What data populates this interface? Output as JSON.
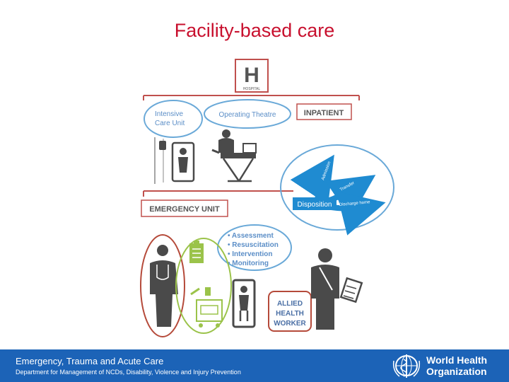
{
  "title": "Facility-based care",
  "hospital": {
    "letter": "H",
    "caption": "HOSPITAL"
  },
  "icu": {
    "line1": "Intensive",
    "line2": "Care Unit"
  },
  "operating_theatre": "Operating Theatre",
  "inpatient": "INPATIENT",
  "emergency_unit": "EMERGENCY UNIT",
  "disposition": {
    "label": "Disposition",
    "admission": "Admission",
    "transfer": "Transfer",
    "discharge": "Discharge home"
  },
  "steps": [
    "• Assessment",
    "• Resuscitation",
    "• Intervention",
    "• Monitoring"
  ],
  "allied": {
    "line1": "ALLIED",
    "line2": "HEALTH",
    "line3": "WORKER"
  },
  "footer": {
    "title": "Emergency, Trauma and Acute Care",
    "subtitle": "Department for Management of NCDs, Disability, Violence and Injury Prevention",
    "org_line1": "World Health",
    "org_line2": "Organization"
  },
  "colors": {
    "title": "#c8102e",
    "line": "#c0504d",
    "circle_blue": "#6aa9d8",
    "text_blue": "#5b8ec7",
    "text_gray": "#555555",
    "icon_gray": "#4a4a4a",
    "green": "#9bc34a",
    "red_oval": "#b54a3a",
    "footer": "#1c63b7"
  }
}
